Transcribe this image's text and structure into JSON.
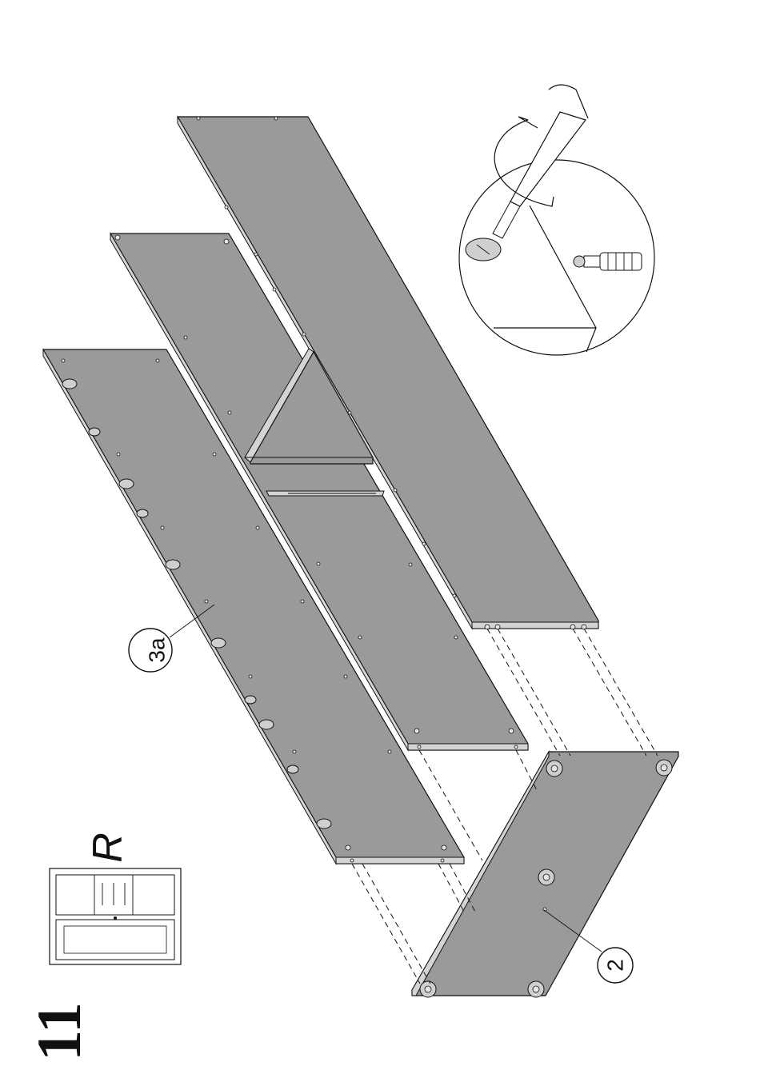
{
  "step": {
    "number": "11"
  },
  "side_marker": {
    "letter": "R"
  },
  "callouts": [
    {
      "id": "part-3a",
      "text": "3a"
    },
    {
      "id": "part-2",
      "text": "2"
    }
  ]
}
